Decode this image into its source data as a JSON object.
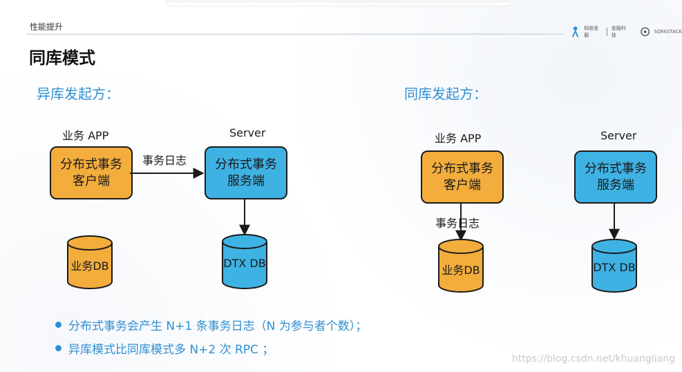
{
  "header": {
    "section": "性能提升",
    "logo1": "蚂蚁金服",
    "logo2": "金融科技",
    "logo3": "SOFASTACK"
  },
  "title": "同库模式",
  "left": {
    "heading": "异库发起方：",
    "app_label": "业务 APP",
    "server_label": "Server",
    "client_box": "分布式事务\n客户端",
    "server_box": "分布式事务\n服务端",
    "arrow_label": "事务日志",
    "biz_db": "业务DB",
    "dtx_db": "DTX DB"
  },
  "right": {
    "heading": "同库发起方：",
    "app_label": "业务 APP",
    "server_label": "Server",
    "client_box": "分布式事务\n客户端",
    "server_box": "分布式事务\n服务端",
    "arrow_label": "事务日志",
    "biz_db": "业务DB",
    "dtx_db": "DTX DB"
  },
  "bullets": [
    "分布式事务会产生 N+1 条事务日志（N 为参与者个数）；",
    "异库模式比同库模式多 N+2 次 RPC ；"
  ],
  "watermark": "https://blog.csdn.net/khuangliang",
  "colors": {
    "client": "#f3ad3d",
    "server": "#3fb2e4",
    "heading": "#2f8fd3"
  }
}
